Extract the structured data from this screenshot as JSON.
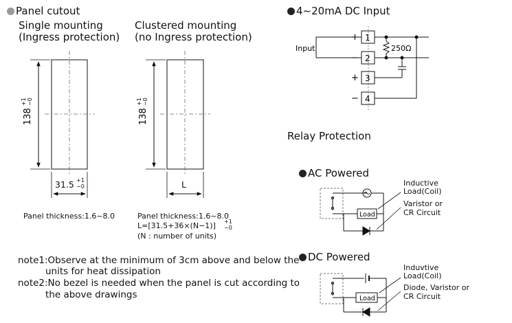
{
  "panel": {
    "title": "Panel cutout",
    "single_title": "Single mounting",
    "single_sub": "(Ingress protection)",
    "clustered_title": "Clustered mounting",
    "clustered_sub": "(no Ingress protection)",
    "height_dim": "138",
    "height_tol_plus": "+1",
    "height_tol_minus": "−0",
    "width_dim": "31.5",
    "width_tol_plus": "+1",
    "width_tol_minus": "−0",
    "clustered_width": "L",
    "single_thickness": "Panel thickness:1.6~8.0",
    "clustered_thickness": "Panel thickness:1.6~8.0",
    "formula": "L=[31.5+36×(N−1)]",
    "formula_tol_plus": "+1",
    "formula_tol_minus": "−0",
    "formula_note": "(N : number of units)"
  },
  "notes": {
    "note1_line1": "note1:Observe at the minimum of 3cm above and below the",
    "note1_line2": "units for heat dissipation",
    "note2_line1": "note2:No bezel is needed when the panel is cut according to",
    "note2_line2": "the above drawings"
  },
  "input": {
    "title": "4~20mA DC Input",
    "input_label": "Input",
    "resistor": "250Ω",
    "terminals": [
      "1",
      "2",
      "3",
      "4"
    ],
    "plus": "+",
    "minus": "−"
  },
  "relay": {
    "title": "Relay Protection",
    "ac_title": "AC Powered",
    "ac_inductive_1": "Inductive",
    "ac_inductive_2": "Load(Coil)",
    "ac_varistor_1": "Varistor or",
    "ac_varistor_2": "CR Circuit",
    "ac_load": "Load",
    "dc_title": "DC Powered",
    "dc_inductive_1": "Induvtive",
    "dc_inductive_2": "Load(Coil)",
    "dc_diode_1": "Diode, Varistor or",
    "dc_diode_2": "CR Circuit",
    "dc_load": "Load"
  }
}
